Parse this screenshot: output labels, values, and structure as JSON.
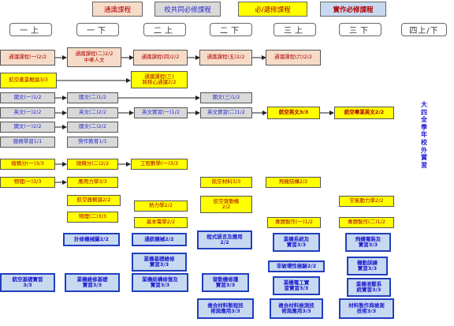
{
  "legend": {
    "general": "通識課程",
    "common": "校共同必修課程",
    "required": "必/選修課程",
    "practical": "實作必修課程"
  },
  "semesters": [
    "一上",
    "一下",
    "二上",
    "二下",
    "三上",
    "三下",
    "四上/下"
  ],
  "courses": {
    "gen1": "通識課程(一)2/2",
    "gen2_a": "通識課程(二)2/2",
    "gen2_b": "中華人文",
    "gen3": "通識課程(四)2/2",
    "gen4": "通識課程(五)2/2",
    "gen5": "通識課程(六)2/2",
    "aviation_intro": "航空產業概論3/3",
    "gen_core_a": "通識課程(三)",
    "gen_core_b": "跨核心通識2/2",
    "ch1": "國文(一)1/2",
    "ch2": "國文(二)1/2",
    "ch3": "國文(三)1/2",
    "en1": "英文(一)2/2",
    "en2": "英文(二)2/2",
    "en_prac1": "英文實習(一)1/2",
    "en_prac2": "英文實習(二)1/2",
    "aero_en": "航空英文3/3",
    "aero_pro_en": "航空專業英文2/2",
    "ch_a1": "國文(一)2/2",
    "ch_a2": "國文(二)2/2",
    "service": "服務學習1/1",
    "pe": "勞作教育1/1",
    "calc1": "微積分(一)3/3",
    "calc2": "微積分(二)2/2",
    "eng_math": "工程數學(一)3/3",
    "physics1": "物理(一)3/3",
    "applied_mech": "應用力學3/3",
    "aero_materials": "航空材料3/3",
    "aircraft_struct": "飛機結構2/2",
    "physics2": "物理(二)3/3",
    "aerodynamics_pre": "航空器概論2/2",
    "thermo": "熱力學2/2",
    "engine_a": "航空發動機",
    "engine_b": "2/2",
    "aerodynamics": "空氣動力學2/2",
    "basic_elec": "基本電學2/2",
    "proj1": "專題製作(一)1/2",
    "proj2": "專題製作(二)1/2",
    "drawing": "計修機械圖2/2",
    "machining": "通航機械2/2",
    "prog_a": "程式語言及應用",
    "prog_b": "2/2",
    "eng_sys_a": "業機系統及",
    "eng_sys_b": "實習3/3",
    "avionics_a": "飛機電裝及",
    "avionics_b": "實習3/3",
    "basic_skill_a": "業機基礎維修",
    "basic_skill_b": "實習3/3",
    "nde": "非破壞性檢驗2/2",
    "instr_a": "機動訓練",
    "instr_b": "實習3/3",
    "aero_basic_a": "航空基礎實習",
    "aero_basic_b": "3/3",
    "maint_a": "業機維修基礎",
    "maint_b": "實習3/3",
    "struct_rep_a": "業機結構修復及",
    "struct_rep_b": "實習3/3",
    "engine_prac_a": "發動機修護",
    "engine_prac_b": "實習3/3",
    "elec_prac_a": "業機電工實",
    "elec_prac_b": "習實習3/3",
    "hyd_a": "業機液壓系",
    "hyd_b": "統實習3/3",
    "comp_a": "複合材料製程技",
    "comp_b": "術與應用3/3",
    "comp2_a": "複合材料檢測技",
    "comp2_b": "術與應用3/3",
    "mfg_a": "材料製作與檢測",
    "mfg_b": "技術3/3"
  },
  "side_note": "大四全學年校外實習"
}
